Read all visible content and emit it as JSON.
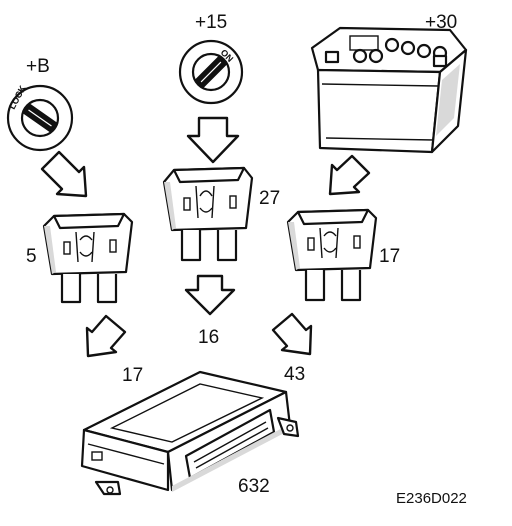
{
  "labels": {
    "plus_b": "+B",
    "plus_15": "+15",
    "plus_30": "+30",
    "fuse_left": "5",
    "fuse_middle": "27",
    "fuse_right": "17",
    "out_left": "17",
    "out_middle": "16",
    "out_right": "43",
    "module": "632",
    "figure_code": "E236D022"
  },
  "switch_text": {
    "lock": "LOCK",
    "on": "ON"
  },
  "icons": [
    "ignition-switch-lock-icon",
    "ignition-switch-on-icon",
    "battery-icon",
    "blade-fuse-icon",
    "control-module-icon",
    "arrow-down-icon"
  ]
}
